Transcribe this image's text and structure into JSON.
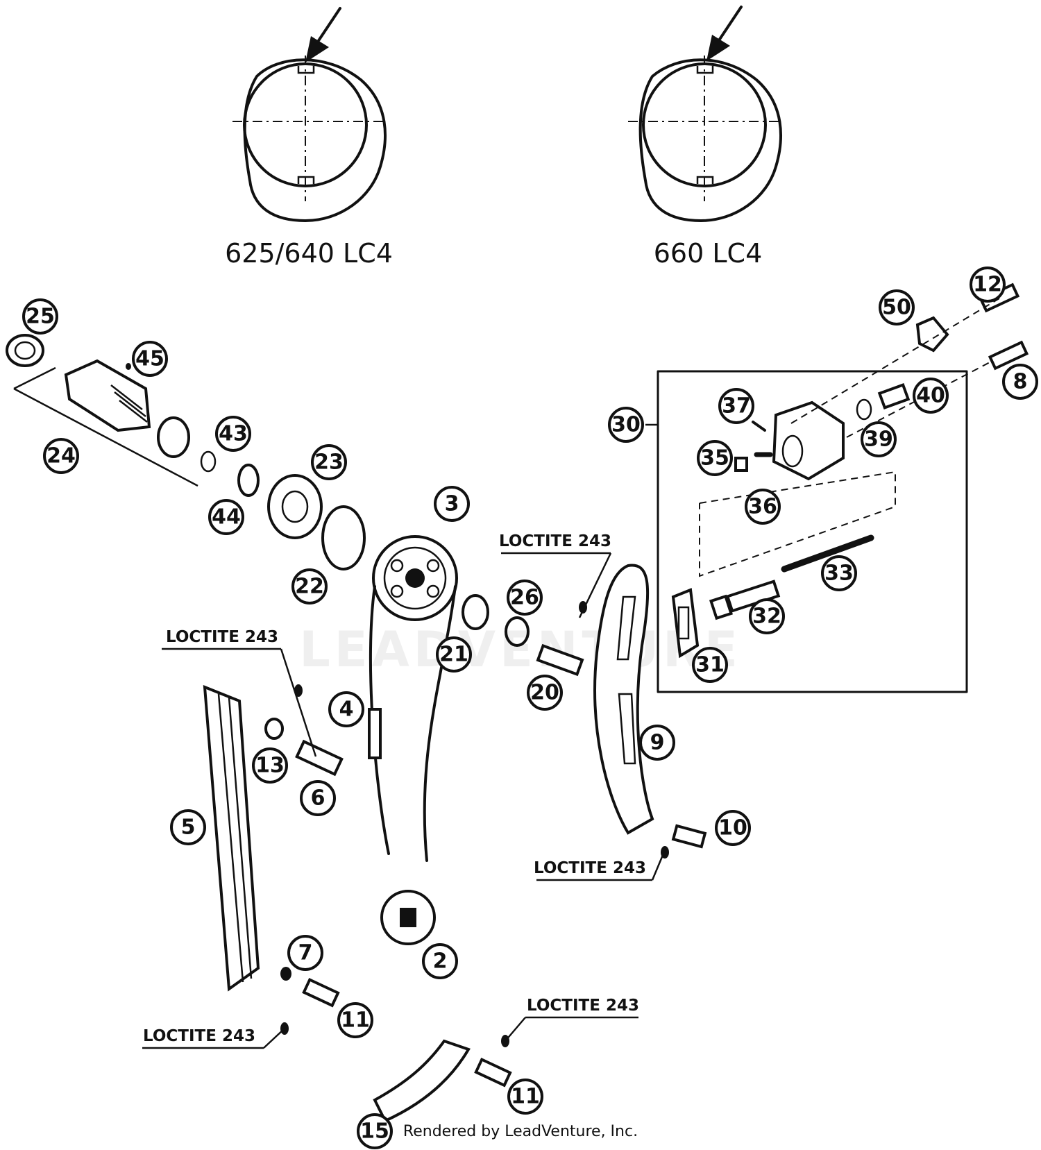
{
  "diagram": {
    "variants": [
      {
        "id": "v1",
        "label": "625/640 LC4"
      },
      {
        "id": "v2",
        "label": "660 LC4"
      }
    ],
    "part_numbers": [
      "2",
      "3",
      "4",
      "5",
      "6",
      "7",
      "8",
      "9",
      "10",
      "11",
      "11",
      "12",
      "13",
      "15",
      "20",
      "21",
      "22",
      "23",
      "24",
      "25",
      "26",
      "30",
      "31",
      "32",
      "33",
      "35",
      "36",
      "37",
      "39",
      "40",
      "43",
      "44",
      "45",
      "50"
    ],
    "adhesive_note": "LOCTITE 243",
    "watermark": "LEADVENTURE",
    "credit": "Rendered by LeadVenture, Inc."
  }
}
